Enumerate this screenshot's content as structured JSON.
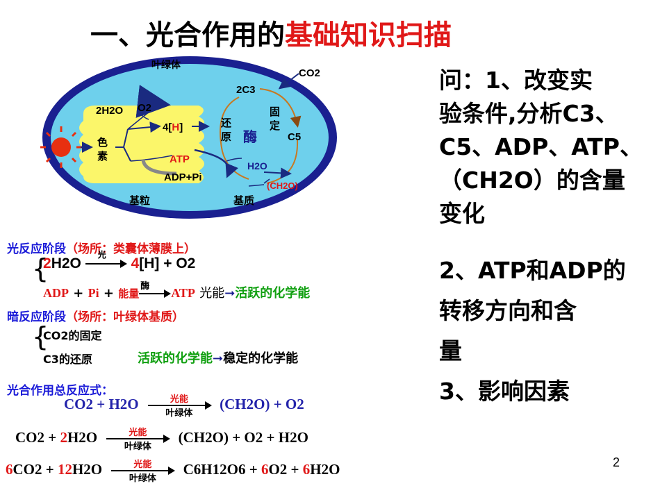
{
  "title": {
    "part1": "一、光合作用的",
    "part2": "基础知识扫描"
  },
  "diagram": {
    "chloroplast": "叶绿体",
    "grana": "基粒",
    "stroma": "基质",
    "water": "2H2O",
    "o2": "O2",
    "h4_prefix": "4[",
    "h4_h": "H",
    "h4_suffix": "]",
    "pigment1": "色",
    "pigment2": "素",
    "atp": "ATP",
    "adp": "ADP+Pi",
    "co2": "CO2",
    "c3": "2C3",
    "fix1": "固",
    "fix2": "定",
    "c5": "C5",
    "red1": "还",
    "red2": "原",
    "enzyme": "酶",
    "h2o2": "H2O",
    "ch2o": "(CH2O)"
  },
  "light_stage": {
    "head": "光反应阶段",
    "place": "（场所：类囊体薄膜上）",
    "eq1_coef": "2",
    "eq1_left": "H2O",
    "eq1_cond": "光",
    "eq1_right_coef": "4",
    "eq1_right": "[H] + O2",
    "eq2_adp": "ADP",
    "eq2_pi": "Pi",
    "eq2_energy": "能量",
    "eq2_enzyme": "酶",
    "eq2_atp": "ATP",
    "eq2_desc1": "光能",
    "eq2_desc2": "活跃的化学能"
  },
  "dark_stage": {
    "head": "暗反应阶段",
    "place": "（场所：叶绿体基质）",
    "line1": "CO2的固定",
    "line2": "C3的还原",
    "desc1": "活跃的化学能",
    "desc2": "稳定的化学能"
  },
  "total": {
    "head": "光合作用总反应式：",
    "cond_top": "光能",
    "cond_bot": "叶绿体",
    "eq1_left": "CO2 + H2O",
    "eq1_right": "(CH2O) + O2",
    "eq2_left_a": "CO2 + ",
    "eq2_coef": "2",
    "eq2_left_b": "H2O",
    "eq2_right": "(CH2O) + O2 + H2O",
    "eq3_c1": "6",
    "eq3_a": "CO2 + ",
    "eq3_c2": "12",
    "eq3_b": "H2O",
    "eq3_right_a": "C6H12O6 + ",
    "eq3_c3": "6",
    "eq3_right_b": "O2 + ",
    "eq3_c4": "6",
    "eq3_right_c": "H2O"
  },
  "questions": {
    "q1_lines": [
      "问：1、改变实",
      "验条件,分析C3、",
      "C5、ADP、ATP、",
      "（CH2O）的含量",
      "变化"
    ],
    "q2_lines": [
      "2、ATP和ADP的",
      "转移方向和含",
      "量"
    ],
    "q3_lines": [
      "3、影响因素"
    ]
  },
  "page_number": "2"
}
